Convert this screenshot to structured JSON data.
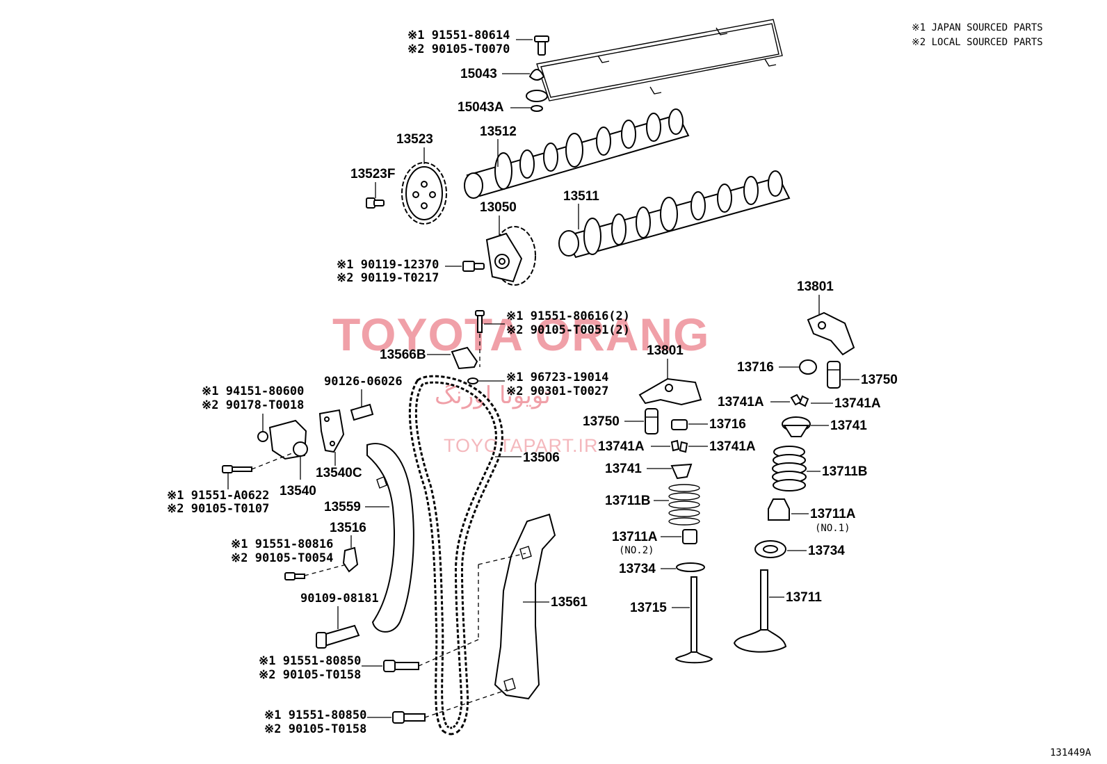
{
  "legend": {
    "line1": "※1 JAPAN SOURCED PARTS",
    "line2": "※2 LOCAL SOURCED PARTS"
  },
  "figure_id": "131449A",
  "watermark": {
    "brand": "TOYOTA ORANG",
    "persian": "تویوتا اورنگ",
    "url": "TOYOTAPART.IR",
    "brand_color": "#f0a0a8",
    "url_color": "#f4b8bd"
  },
  "labels": {
    "p15043": "15043",
    "p15043A": "15043A",
    "p13512": "13512",
    "p13523": "13523",
    "p13523F": "13523F",
    "p13050": "13050",
    "p13511": "13511",
    "p13801_top": "13801",
    "p13801": "13801",
    "p13566B": "13566B",
    "p13716_a": "13716",
    "p13750_a": "13750",
    "p13741A_a": "13741A",
    "p13741A_b": "13741A",
    "p13750_b": "13750",
    "p13716_b": "13716",
    "p13741_a": "13741",
    "p13741A_c": "13741A",
    "p13741A_d": "13741A",
    "p13741_b": "13741",
    "p13711B_a": "13711B",
    "p13711B_b": "13711B",
    "p13711A_a": "13711A",
    "p13711A_b": "13711A",
    "no1": "(NO.1)",
    "no2": "(NO.2)",
    "p13734_a": "13734",
    "p13734_b": "13734",
    "p13715": "13715",
    "p13711": "13711",
    "p90126": "90126-06026",
    "p13540C": "13540C",
    "p13540": "13540",
    "p13506": "13506",
    "p13559": "13559",
    "p13516": "13516",
    "p90109": "90109-08181",
    "p13561": "13561"
  },
  "refs": {
    "r1a": "※1 91551-80614",
    "r1b": "※2 90105-T0070",
    "r2a": "※1 90119-12370",
    "r2b": "※2 90119-T0217",
    "r3a": "※1 91551-80616(2)",
    "r3b": "※2 90105-T0051(2)",
    "r4a": "※1 96723-19014",
    "r4b": "※2 90301-T0027",
    "r5a": "※1 94151-80600",
    "r5b": "※2 90178-T0018",
    "r6a": "※1 91551-A0622",
    "r6b": "※2 90105-T0107",
    "r7a": "※1 91551-80816",
    "r7b": "※2 90105-T0054",
    "r8a": "※1 91551-80850",
    "r8b": "※2 90105-T0158",
    "r9a": "※1 91551-80850",
    "r9b": "※2 90105-T0158"
  }
}
